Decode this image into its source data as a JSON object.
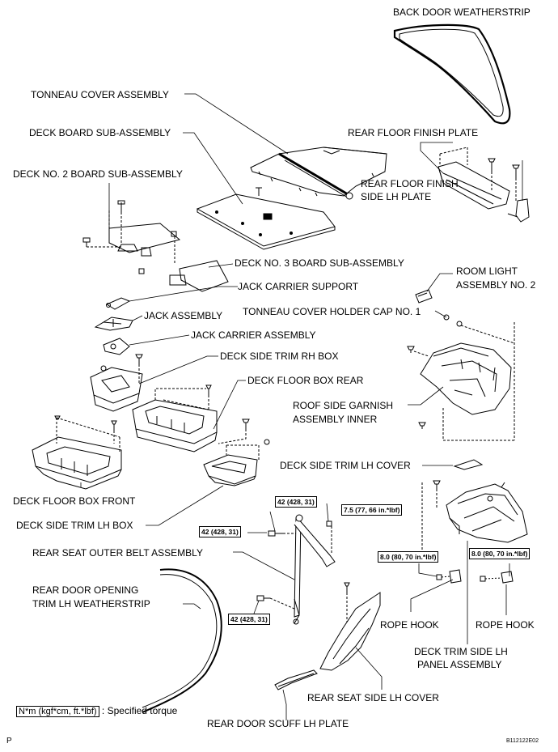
{
  "labels": {
    "back_door_weatherstrip": "BACK DOOR WEATHERSTRIP",
    "tonneau_cover_assembly": "TONNEAU COVER ASSEMBLY",
    "deck_board_sub_assembly": "DECK BOARD SUB-ASSEMBLY",
    "deck_no2_board_sub_assembly": "DECK NO. 2 BOARD SUB-ASSEMBLY",
    "rear_floor_finish_plate": "REAR FLOOR FINISH PLATE",
    "rear_floor_finish_side_lh_plate_1": "REAR FLOOR FINISH",
    "rear_floor_finish_side_lh_plate_2": "SIDE LH PLATE",
    "deck_no3_board_sub_assembly": "DECK NO. 3 BOARD SUB-ASSEMBLY",
    "room_light_assembly_no2_1": "ROOM LIGHT",
    "room_light_assembly_no2_2": "ASSEMBLY NO. 2",
    "jack_carrier_support": "JACK CARRIER SUPPORT",
    "tonneau_cover_holder_cap_no1": "TONNEAU COVER HOLDER CAP NO. 1",
    "jack_assembly": "JACK ASSEMBLY",
    "jack_carrier_assembly": "JACK CARRIER ASSEMBLY",
    "deck_side_trim_rh_box": "DECK SIDE TRIM RH BOX",
    "deck_floor_box_rear": "DECK FLOOR BOX REAR",
    "roof_side_garnish_1": "ROOF SIDE GARNISH",
    "roof_side_garnish_2": "ASSEMBLY INNER",
    "deck_side_trim_lh_cover": "DECK SIDE TRIM LH COVER",
    "deck_floor_box_front": "DECK FLOOR BOX FRONT",
    "deck_side_trim_lh_box": "DECK SIDE TRIM LH BOX",
    "rear_seat_outer_belt_assembly": "REAR SEAT OUTER BELT ASSEMBLY",
    "rear_door_opening_trim_1": "REAR DOOR OPENING",
    "rear_door_opening_trim_2": "TRIM LH WEATHERSTRIP",
    "rope_hook_left": "ROPE HOOK",
    "rope_hook_right": "ROPE HOOK",
    "deck_trim_side_lh_panel_1": "DECK TRIM SIDE LH",
    "deck_trim_side_lh_panel_2": "PANEL ASSEMBLY",
    "rear_seat_side_lh_cover": "REAR SEAT SIDE LH COVER",
    "rear_door_scuff_lh_plate": "REAR DOOR SCUFF LH PLATE"
  },
  "torques": {
    "belt_upper": "42 (428, 31)",
    "belt_bolt_left": "42 (428, 31)",
    "belt_lower": "42 (428, 31)",
    "belt_anchor_small": "7.5 (77, 66 in.*lbf)",
    "rope_hook_left": "8.0 (80, 70 in.*lbf)",
    "rope_hook_right": "8.0 (80, 70 in.*lbf)"
  },
  "legend": {
    "unit": "N*m (kgf*cm, ft.*lbf)",
    "text": ": Specified torque"
  },
  "footer": {
    "page_letter": "P",
    "figure_code": "B112122E02"
  }
}
